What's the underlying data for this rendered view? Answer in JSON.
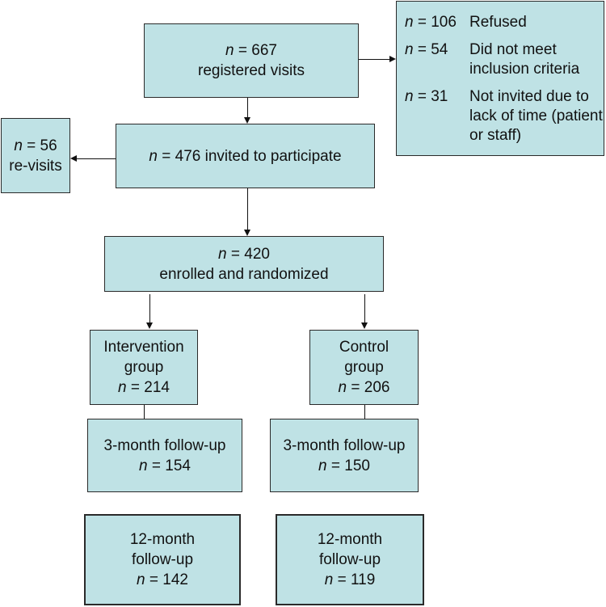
{
  "boxes": {
    "registered": {
      "n": "n",
      "count": " = 667",
      "label": "registered visits"
    },
    "invited": {
      "n": "n",
      "count": " = 476 invited to participate"
    },
    "revisits": {
      "n": "n",
      "count": " = 56",
      "label": "re-visits"
    },
    "enrolled": {
      "n": "n",
      "count": " = 420",
      "label": "enrolled and randomized"
    },
    "intervention": {
      "line1": "Intervention",
      "line2": "group",
      "n": "n",
      "count": " = 214"
    },
    "control": {
      "line1": "Control",
      "line2": "group",
      "n": "n",
      "count": " = 206"
    },
    "intervention_3m": {
      "label": "3-month follow-up",
      "n": "n",
      "count": " = 154"
    },
    "control_3m": {
      "label": "3-month follow-up",
      "n": "n",
      "count": " = 150"
    },
    "intervention_12m": {
      "line1": "12-month",
      "line2": "follow-up",
      "n": "n",
      "count": " = 142"
    },
    "control_12m": {
      "line1": "12-month",
      "line2": "follow-up",
      "n": "n",
      "count": " = 119"
    }
  },
  "exclusions": [
    {
      "n": "n",
      "count": " = 106",
      "label": "Refused"
    },
    {
      "n": "n",
      "count": " = 54",
      "label": "Did not meet inclusion criteria"
    },
    {
      "n": "n",
      "count": " = 31",
      "label": "Not invited due to lack of time (patient or staff)"
    }
  ]
}
